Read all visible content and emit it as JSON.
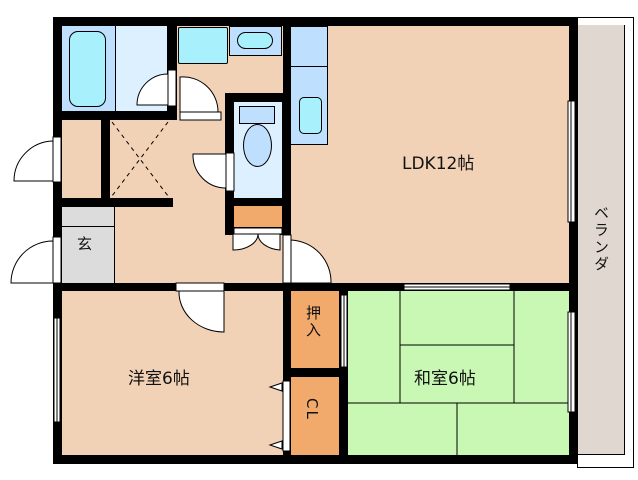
{
  "floorplan": {
    "rooms": {
      "ldk": {
        "label": "LDK12帖",
        "color": "#f2d2b6"
      },
      "western_room": {
        "label": "洋室6帖",
        "color": "#f2d2b6"
      },
      "japanese_room": {
        "label": "和室6帖",
        "color": "#c9f8b4"
      },
      "oshiire": {
        "label": "押入",
        "color": "#f2a96c"
      },
      "closet": {
        "label": "CL",
        "color": "#f2a96c"
      },
      "genkan": {
        "label": "玄",
        "color": "#dcdcdc"
      },
      "veranda": {
        "label": "ベランダ",
        "color": "#e0d8d0"
      },
      "bathroom": {
        "color": "#bfdfff"
      },
      "toilet": {
        "color": "#ddf0ff"
      }
    },
    "colors": {
      "wall": "#000000",
      "fixture": "#a8f0fb"
    }
  }
}
